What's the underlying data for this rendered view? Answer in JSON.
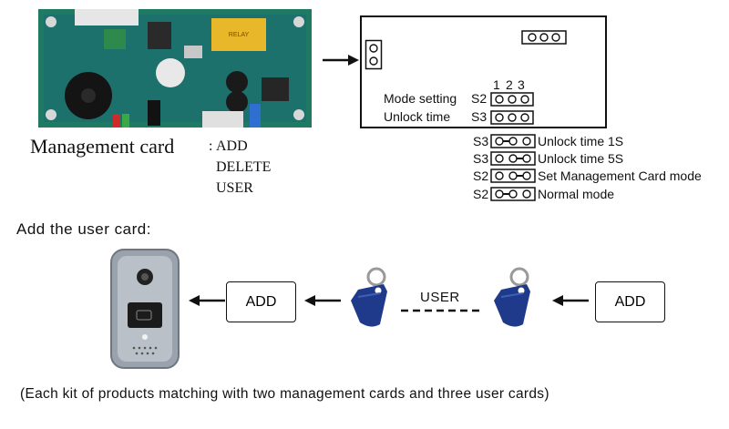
{
  "management_card": {
    "title": "Management card",
    "colon": ":",
    "functions": [
      "ADD",
      "DELETE",
      "USER"
    ]
  },
  "board_diagram": {
    "column_numbers": [
      "1",
      "2",
      "3"
    ],
    "rows": [
      {
        "label": "Mode setting",
        "switch": "S2"
      },
      {
        "label": "Unlock time",
        "switch": "S3"
      }
    ]
  },
  "jumper_settings": [
    {
      "switch": "S3",
      "position": "1-2",
      "label": "Unlock time  1S"
    },
    {
      "switch": "S3",
      "position": "2-3",
      "label": "Unlock time  5S"
    },
    {
      "switch": "S2",
      "position": "2-3",
      "label": "Set Management Card mode"
    },
    {
      "switch": "S2",
      "position": "1-2",
      "label": "Normal mode"
    }
  ],
  "add_user": {
    "heading": "Add the user card:",
    "add_label": "ADD",
    "user_label": "USER"
  },
  "footnote": "(Each kit of products matching with two management cards and three user cards)",
  "colors": {
    "board_green": "#1f7a63",
    "relay_yellow": "#e8b72a",
    "tag_blue": "#1f3a8a",
    "door_panel": "#9aa3ad"
  }
}
